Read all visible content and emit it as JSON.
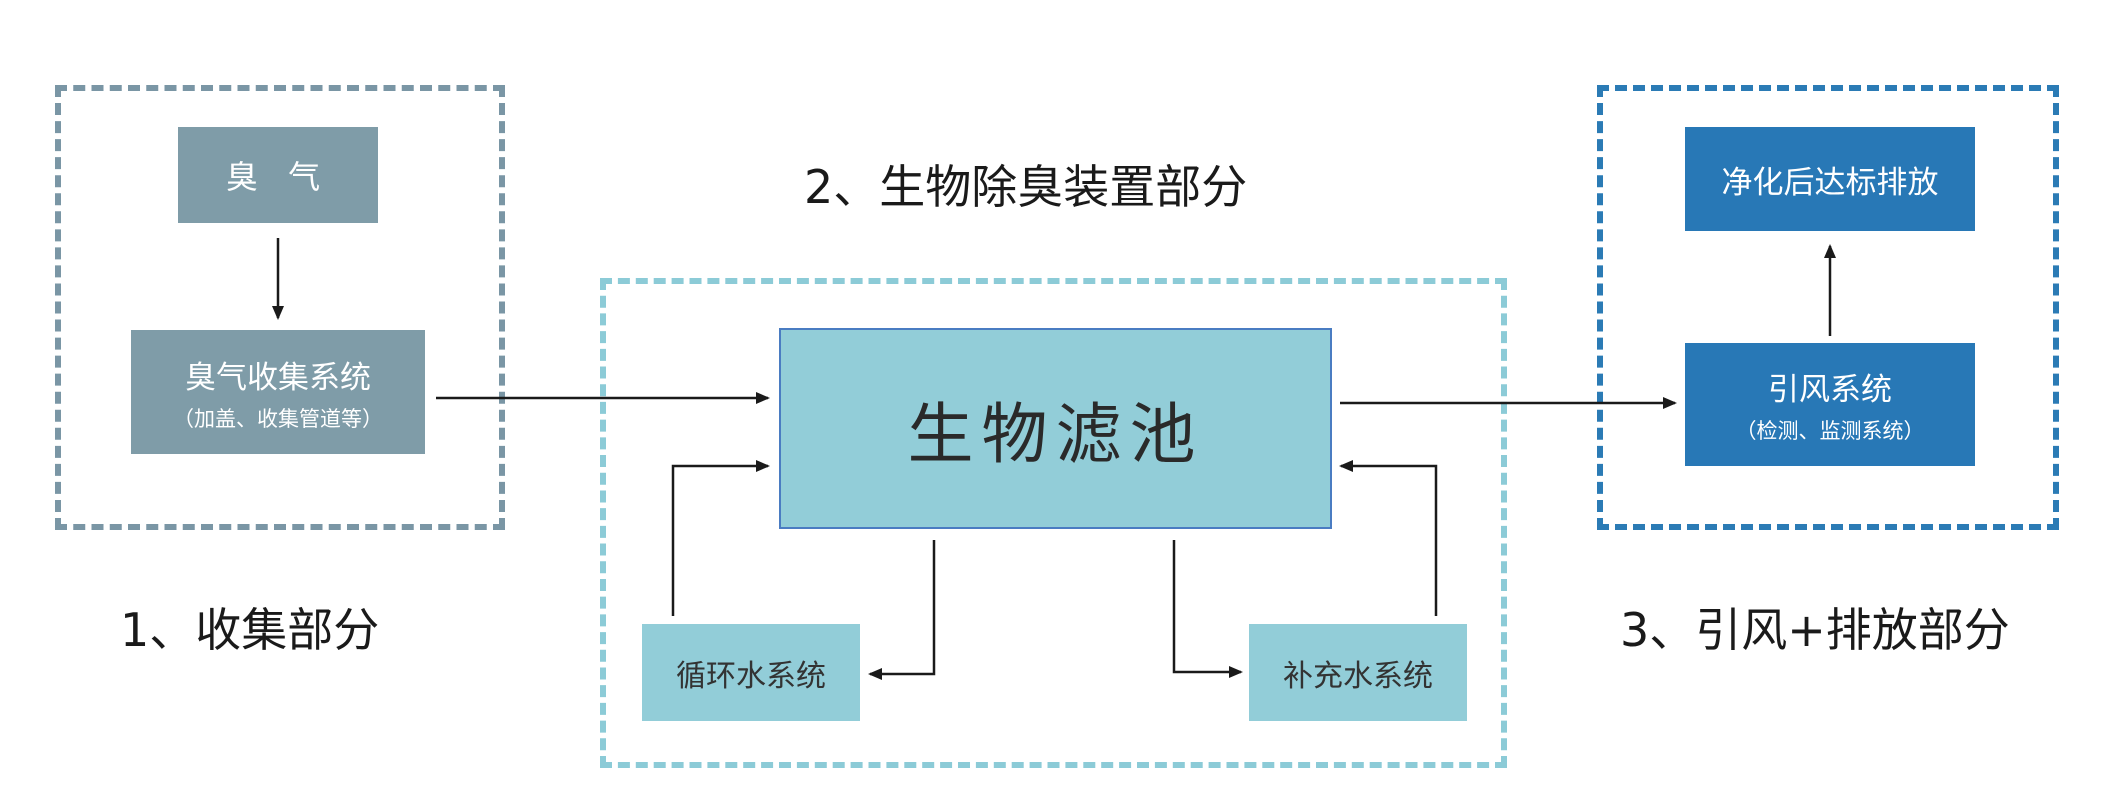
{
  "sections": {
    "collection": {
      "label": "1、收集部分"
    },
    "bio_device": {
      "label": "2、生物除臭装置部分"
    },
    "fan_discharge": {
      "label": "3、引风+排放部分"
    }
  },
  "nodes": {
    "odor": {
      "label": "臭 气"
    },
    "odor_collection": {
      "label": "臭气收集系统",
      "sub": "（加盖、收集管道等）"
    },
    "biofilter": {
      "label": "生物滤池"
    },
    "circulation": {
      "label": "循环水系统"
    },
    "refill": {
      "label": "补充水系统"
    },
    "fan": {
      "label": "引风系统",
      "sub": "（检测、监测系统）"
    },
    "discharge": {
      "label": "净化后达标排放"
    }
  },
  "colors": {
    "collection_box": "#7f9ca8",
    "device_box": "#92cdd8",
    "discharge_box": "#2878b6",
    "collection_border": "#7a96a5",
    "device_border": "#8ccbd7",
    "discharge_border": "#2b7bb5"
  }
}
